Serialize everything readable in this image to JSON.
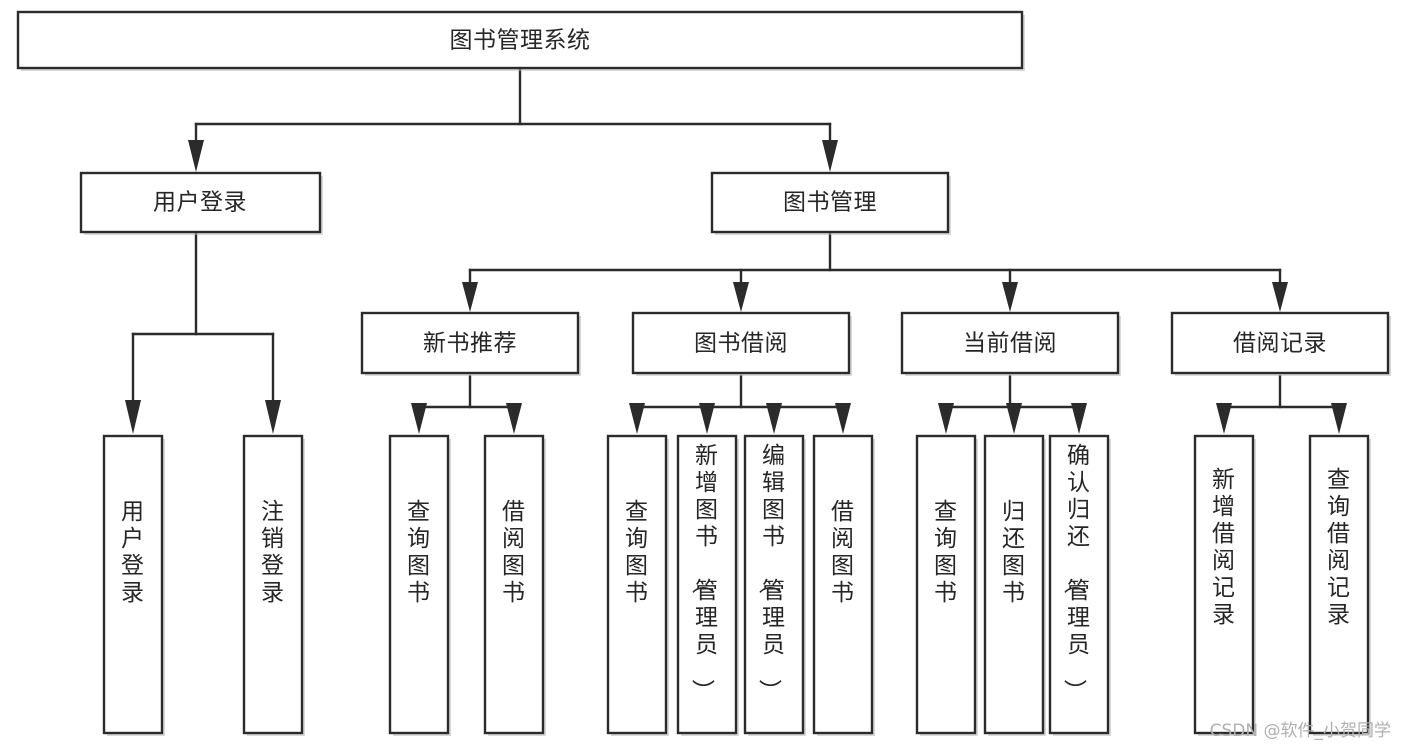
{
  "diagram": {
    "type": "tree",
    "title": "图书管理系统",
    "orientation": "top-down",
    "colors": {
      "background": "#ffffff",
      "box_fill": "#ffffff",
      "box_stroke": "#2b2b2b",
      "edge": "#2b2b2b",
      "text": "#262626",
      "watermark": "#b0b0b0"
    },
    "root": {
      "id": "root",
      "label": "图书管理系统",
      "orientation": "horizontal"
    },
    "level1": [
      {
        "id": "user-login",
        "label": "用户登录",
        "orientation": "horizontal"
      },
      {
        "id": "book-manage",
        "label": "图书管理",
        "orientation": "horizontal"
      }
    ],
    "level2": [
      {
        "id": "new-book-recommend",
        "label": "新书推荐",
        "orientation": "horizontal",
        "parent": "book-manage"
      },
      {
        "id": "book-borrow",
        "label": "图书借阅",
        "orientation": "horizontal",
        "parent": "book-manage"
      },
      {
        "id": "current-borrow",
        "label": "当前借阅",
        "orientation": "horizontal",
        "parent": "book-manage"
      },
      {
        "id": "borrow-record",
        "label": "借阅记录",
        "orientation": "horizontal",
        "parent": "book-manage"
      }
    ],
    "leaves": [
      {
        "id": "leaf-user-login",
        "label": "用户登录",
        "orientation": "vertical",
        "parent": "user-login"
      },
      {
        "id": "leaf-user-logout",
        "label": "注销登录",
        "orientation": "vertical",
        "parent": "user-login"
      },
      {
        "id": "leaf-query-book-1",
        "label": "查询图书",
        "orientation": "vertical",
        "parent": "new-book-recommend"
      },
      {
        "id": "leaf-borrow-book-1",
        "label": "借阅图书",
        "orientation": "vertical",
        "parent": "new-book-recommend"
      },
      {
        "id": "leaf-query-book-2",
        "label": "查询图书",
        "orientation": "vertical",
        "parent": "book-borrow"
      },
      {
        "id": "leaf-add-book",
        "label": "新增图书（管理员）",
        "orientation": "vertical",
        "parent": "book-borrow"
      },
      {
        "id": "leaf-edit-book",
        "label": "编辑图书（管理员）",
        "orientation": "vertical",
        "parent": "book-borrow"
      },
      {
        "id": "leaf-borrow-book-2",
        "label": "借阅图书",
        "orientation": "vertical",
        "parent": "book-borrow"
      },
      {
        "id": "leaf-query-book-3",
        "label": "查询图书",
        "orientation": "vertical",
        "parent": "current-borrow"
      },
      {
        "id": "leaf-return-book",
        "label": "归还图书",
        "orientation": "vertical",
        "parent": "current-borrow"
      },
      {
        "id": "leaf-confirm-return",
        "label": "确认归还（管理员）",
        "orientation": "vertical",
        "parent": "current-borrow"
      },
      {
        "id": "leaf-add-record",
        "label": "新增借阅记录",
        "orientation": "vertical",
        "parent": "borrow-record"
      },
      {
        "id": "leaf-query-record",
        "label": "查询借阅记录",
        "orientation": "vertical",
        "parent": "borrow-record"
      }
    ]
  },
  "watermark": {
    "text": "CSDN @软件_小贺同学"
  }
}
